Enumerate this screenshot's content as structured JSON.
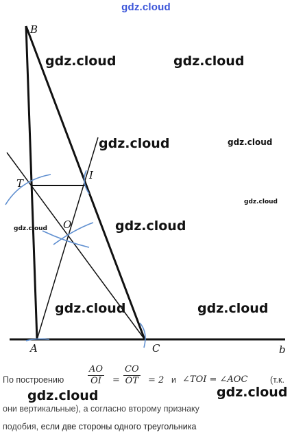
{
  "watermark": {
    "top": "gdz.cloud",
    "text": "gdz.cloud"
  },
  "points": {
    "B": "B",
    "T": "T",
    "I": "I",
    "O": "O",
    "A": "A",
    "C": "C",
    "b": "b"
  },
  "text": {
    "prefix": "По построению",
    "frac1_num": "AO",
    "frac1_den": "OI",
    "eq1": "=",
    "frac2_num": "CO",
    "frac2_den": "OT",
    "eq2": "= 2",
    "and": "и",
    "angle_eq": "∠TOI = ∠AOC",
    "suffix": "(т.к.",
    "line2": "они вертикальные), а согласно второму признаку",
    "line3_start": "подобия,",
    "line3_end": "если две стороны одного треугольника"
  },
  "colors": {
    "watermark_top": "#3b55d9",
    "arcs": "#5f8fd0",
    "lines": "#111111"
  }
}
